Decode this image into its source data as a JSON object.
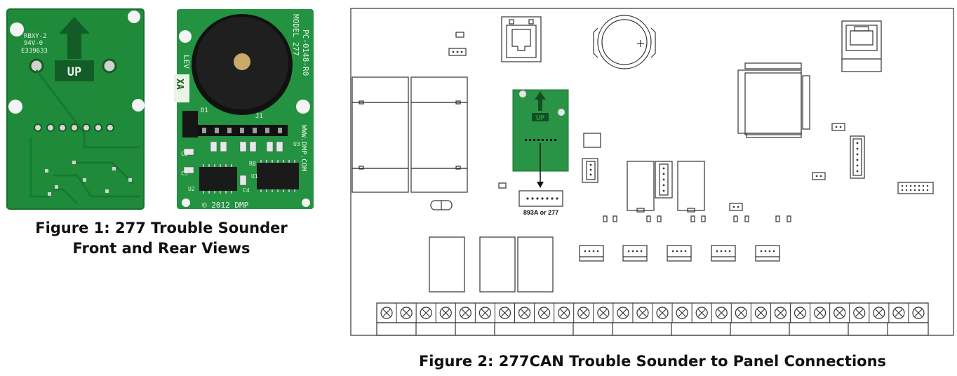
{
  "figure1": {
    "caption_line1": "Figure 1: 277 Trouble Sounder",
    "caption_line2": "Front and Rear Views",
    "rear_silkscreen": [
      "RBXY-2",
      "94V-0",
      "E339633"
    ],
    "rear_arrow_label": "UP",
    "front_silkscreen": {
      "model": "MODEL 277",
      "part": "PC-0148-R0",
      "lev": "LEV",
      "rev": "XA",
      "url": "WWW.DMP.COM",
      "copyright": "© 2012 DMP",
      "j1": "J1",
      "d1": "D1",
      "r8": "R8",
      "refs": [
        "C3",
        "C5",
        "U2",
        "C4",
        "U1",
        "U3"
      ]
    }
  },
  "figure2": {
    "caption": "Figure 2: 277CAN Trouble Sounder to Panel Connections",
    "module_label": "UP",
    "header_label": "893A or 277",
    "terminal_count": 28
  }
}
